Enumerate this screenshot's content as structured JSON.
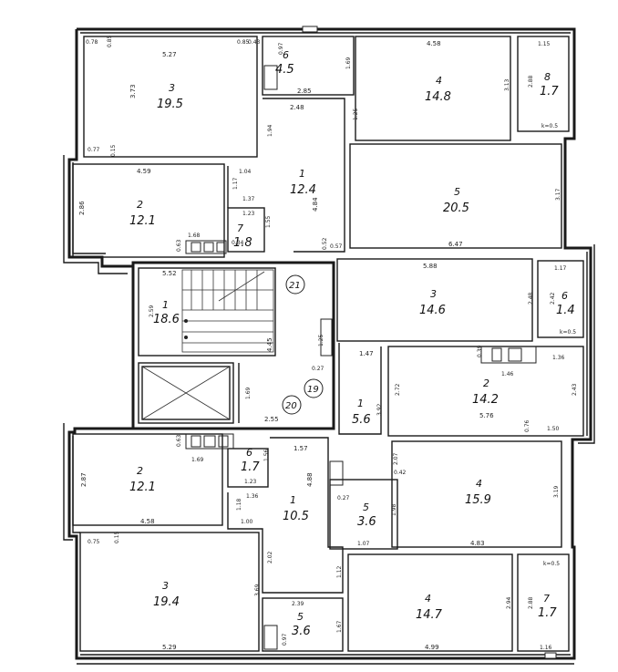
{
  "rooms": [
    {
      "id": "r-top-3",
      "num": "3",
      "area": "19.5"
    },
    {
      "id": "r-top-6",
      "num": "6",
      "area": "4.5"
    },
    {
      "id": "r-top-4",
      "num": "4",
      "area": "14.8"
    },
    {
      "id": "r-top-8",
      "num": "8",
      "area": "1.7"
    },
    {
      "id": "r-top-2",
      "num": "2",
      "area": "12.1"
    },
    {
      "id": "r-top-1",
      "num": "1",
      "area": "12.4"
    },
    {
      "id": "r-top-5",
      "num": "5",
      "area": "20.5"
    },
    {
      "id": "r-top-7",
      "num": "7",
      "area": "1.8"
    },
    {
      "id": "r-stair-1",
      "num": "1",
      "area": "18.6"
    },
    {
      "id": "r-mid-3",
      "num": "3",
      "area": "14.6"
    },
    {
      "id": "r-mid-6",
      "num": "6",
      "area": "1.4"
    },
    {
      "id": "r-mid-2",
      "num": "2",
      "area": "14.2"
    },
    {
      "id": "r-mid-1",
      "num": "1",
      "area": "5.6"
    },
    {
      "id": "r-bot-2",
      "num": "2",
      "area": "12.1"
    },
    {
      "id": "r-bot-6",
      "num": "6",
      "area": "1.7"
    },
    {
      "id": "r-bot-1",
      "num": "1",
      "area": "10.5"
    },
    {
      "id": "r-mid-5",
      "num": "5",
      "area": "3.6"
    },
    {
      "id": "r-mid-4",
      "num": "4",
      "area": "15.9"
    },
    {
      "id": "r-bot-3",
      "num": "3",
      "area": "19.4"
    },
    {
      "id": "r-bot-5",
      "num": "5",
      "area": "3.6"
    },
    {
      "id": "r-bot-4",
      "num": "4",
      "area": "14.7"
    },
    {
      "id": "r-bot-7",
      "num": "7",
      "area": "1.7"
    }
  ],
  "circles": [
    "21",
    "19",
    "20"
  ],
  "dims": {
    "d1": "0.78",
    "d2": "0.85",
    "d3": "5.27",
    "d4": "0.85",
    "d5": "0.43",
    "d6": "0.97",
    "d7": "1.69",
    "d8": "2.85",
    "d9": "4.58",
    "d10": "1.15",
    "d11": "3.73",
    "d12": "3.13",
    "d13": "2.88",
    "d14": "k=0.5",
    "d15": "2.48",
    "d16": "1.25",
    "d17": "0.77",
    "d18": "1.94",
    "d19": "4.59",
    "d20": "1.04",
    "d21": "2.86",
    "d22": "1.17",
    "d23": "4.84",
    "d24": "3.17",
    "d25": "1.37",
    "d26": "1.23",
    "d27": "1.55",
    "d28": "0.63",
    "d29": "1.68",
    "d30": "0.34",
    "d31": "0.52",
    "d32": "0.57",
    "d33": "6.47",
    "d34": "5.52",
    "d35": "5.88",
    "d36": "1.17",
    "d37": "2.59",
    "d38": "2.48",
    "d39": "2.42",
    "d40": "4.45",
    "d41": "1.25",
    "d42": "k=0.5",
    "d43": "1.47",
    "d44": "0.27",
    "d45": "0.39",
    "d46": "1.46",
    "d47": "1.36",
    "d48": "2.72",
    "d49": "2.43",
    "d50": "1.69",
    "d51": "3.92",
    "d52": "5.76",
    "d53": "2.55",
    "d54": "0.76",
    "d55": "1.50",
    "d56": "0.63",
    "d57": "1.57",
    "d58": "1.69",
    "d59": "1.56",
    "d60": "1.23",
    "d61": "2.07",
    "d62": "2.87",
    "d63": "1.36",
    "d64": "4.88",
    "d65": "0.27",
    "d66": "3.19",
    "d67": "1.18",
    "d68": "1.00",
    "d69": "1.98",
    "d70": "4.58",
    "d71": "1.07",
    "d72": "4.83",
    "d73": "0.75",
    "d74": "2.02",
    "d75": "1.12",
    "d76": "k=0.5",
    "d77": "3.69",
    "d78": "2.39",
    "d79": "2.94",
    "d80": "2.88",
    "d81": "1.67",
    "d82": "0.97",
    "d83": "5.29",
    "d84": "4.99",
    "d85": "1.16",
    "d86": "0.15",
    "d87": "0.15",
    "d88": "0.42"
  }
}
